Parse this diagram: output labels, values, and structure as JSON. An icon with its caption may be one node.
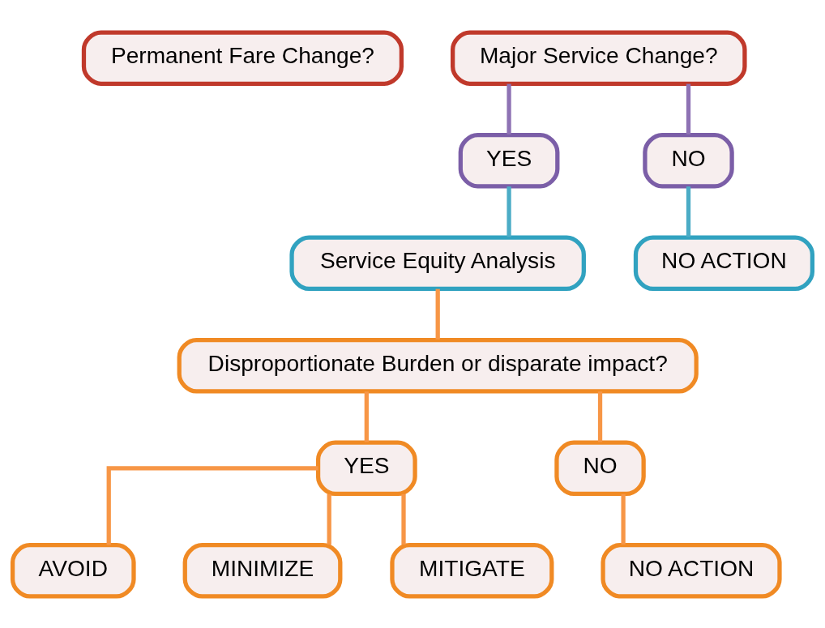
{
  "diagram": {
    "nodes": [
      {
        "text": [
          "Permanent Fare Change?"
        ]
      },
      {
        "text": [
          "Major Service Change?"
        ]
      },
      {
        "text": [
          "YES"
        ]
      },
      {
        "text": [
          "NO"
        ]
      },
      {
        "text": [
          "Service Equity Analysis"
        ]
      },
      {
        "text": [
          "Disproportionate Burden or disparate impact?"
        ]
      },
      {
        "text": [
          "YES"
        ]
      },
      {
        "text": [
          "NO"
        ]
      },
      {
        "text": [
          "NO ACTION"
        ]
      },
      {
        "text": [
          "AVOID"
        ]
      },
      {
        "text": [
          "MINIMIZE"
        ]
      },
      {
        "text": [
          "MITIGATE"
        ]
      },
      {
        "text": [
          "NO ACTION"
        ]
      }
    ],
    "edges": [
      {
        "from": 1,
        "to": 2,
        "arrow": "none",
        "color": "#8e72b4"
      },
      {
        "from": 1,
        "to": 3,
        "arrow": "none",
        "color": "#8e72b4"
      },
      {
        "from": 2,
        "to": 4,
        "arrow": "none",
        "color": "#4bacc6"
      },
      {
        "from": 4,
        "to": 5,
        "arrow": "none"
      },
      {
        "from": 5,
        "to": 6,
        "arrow": "none"
      },
      {
        "from": 5,
        "to": 7,
        "arrow": "none"
      },
      {
        "from": 3,
        "to": 8,
        "arrow": "none",
        "color": "#4bacc6"
      },
      {
        "from": 6,
        "to": 9,
        "arrow": "none"
      },
      {
        "from": 6,
        "to": 10,
        "arrow": "none"
      },
      {
        "from": 6,
        "to": 11,
        "arrow": "none"
      },
      {
        "from": 7,
        "to": 12,
        "arrow": "none"
      }
    ]
  }
}
